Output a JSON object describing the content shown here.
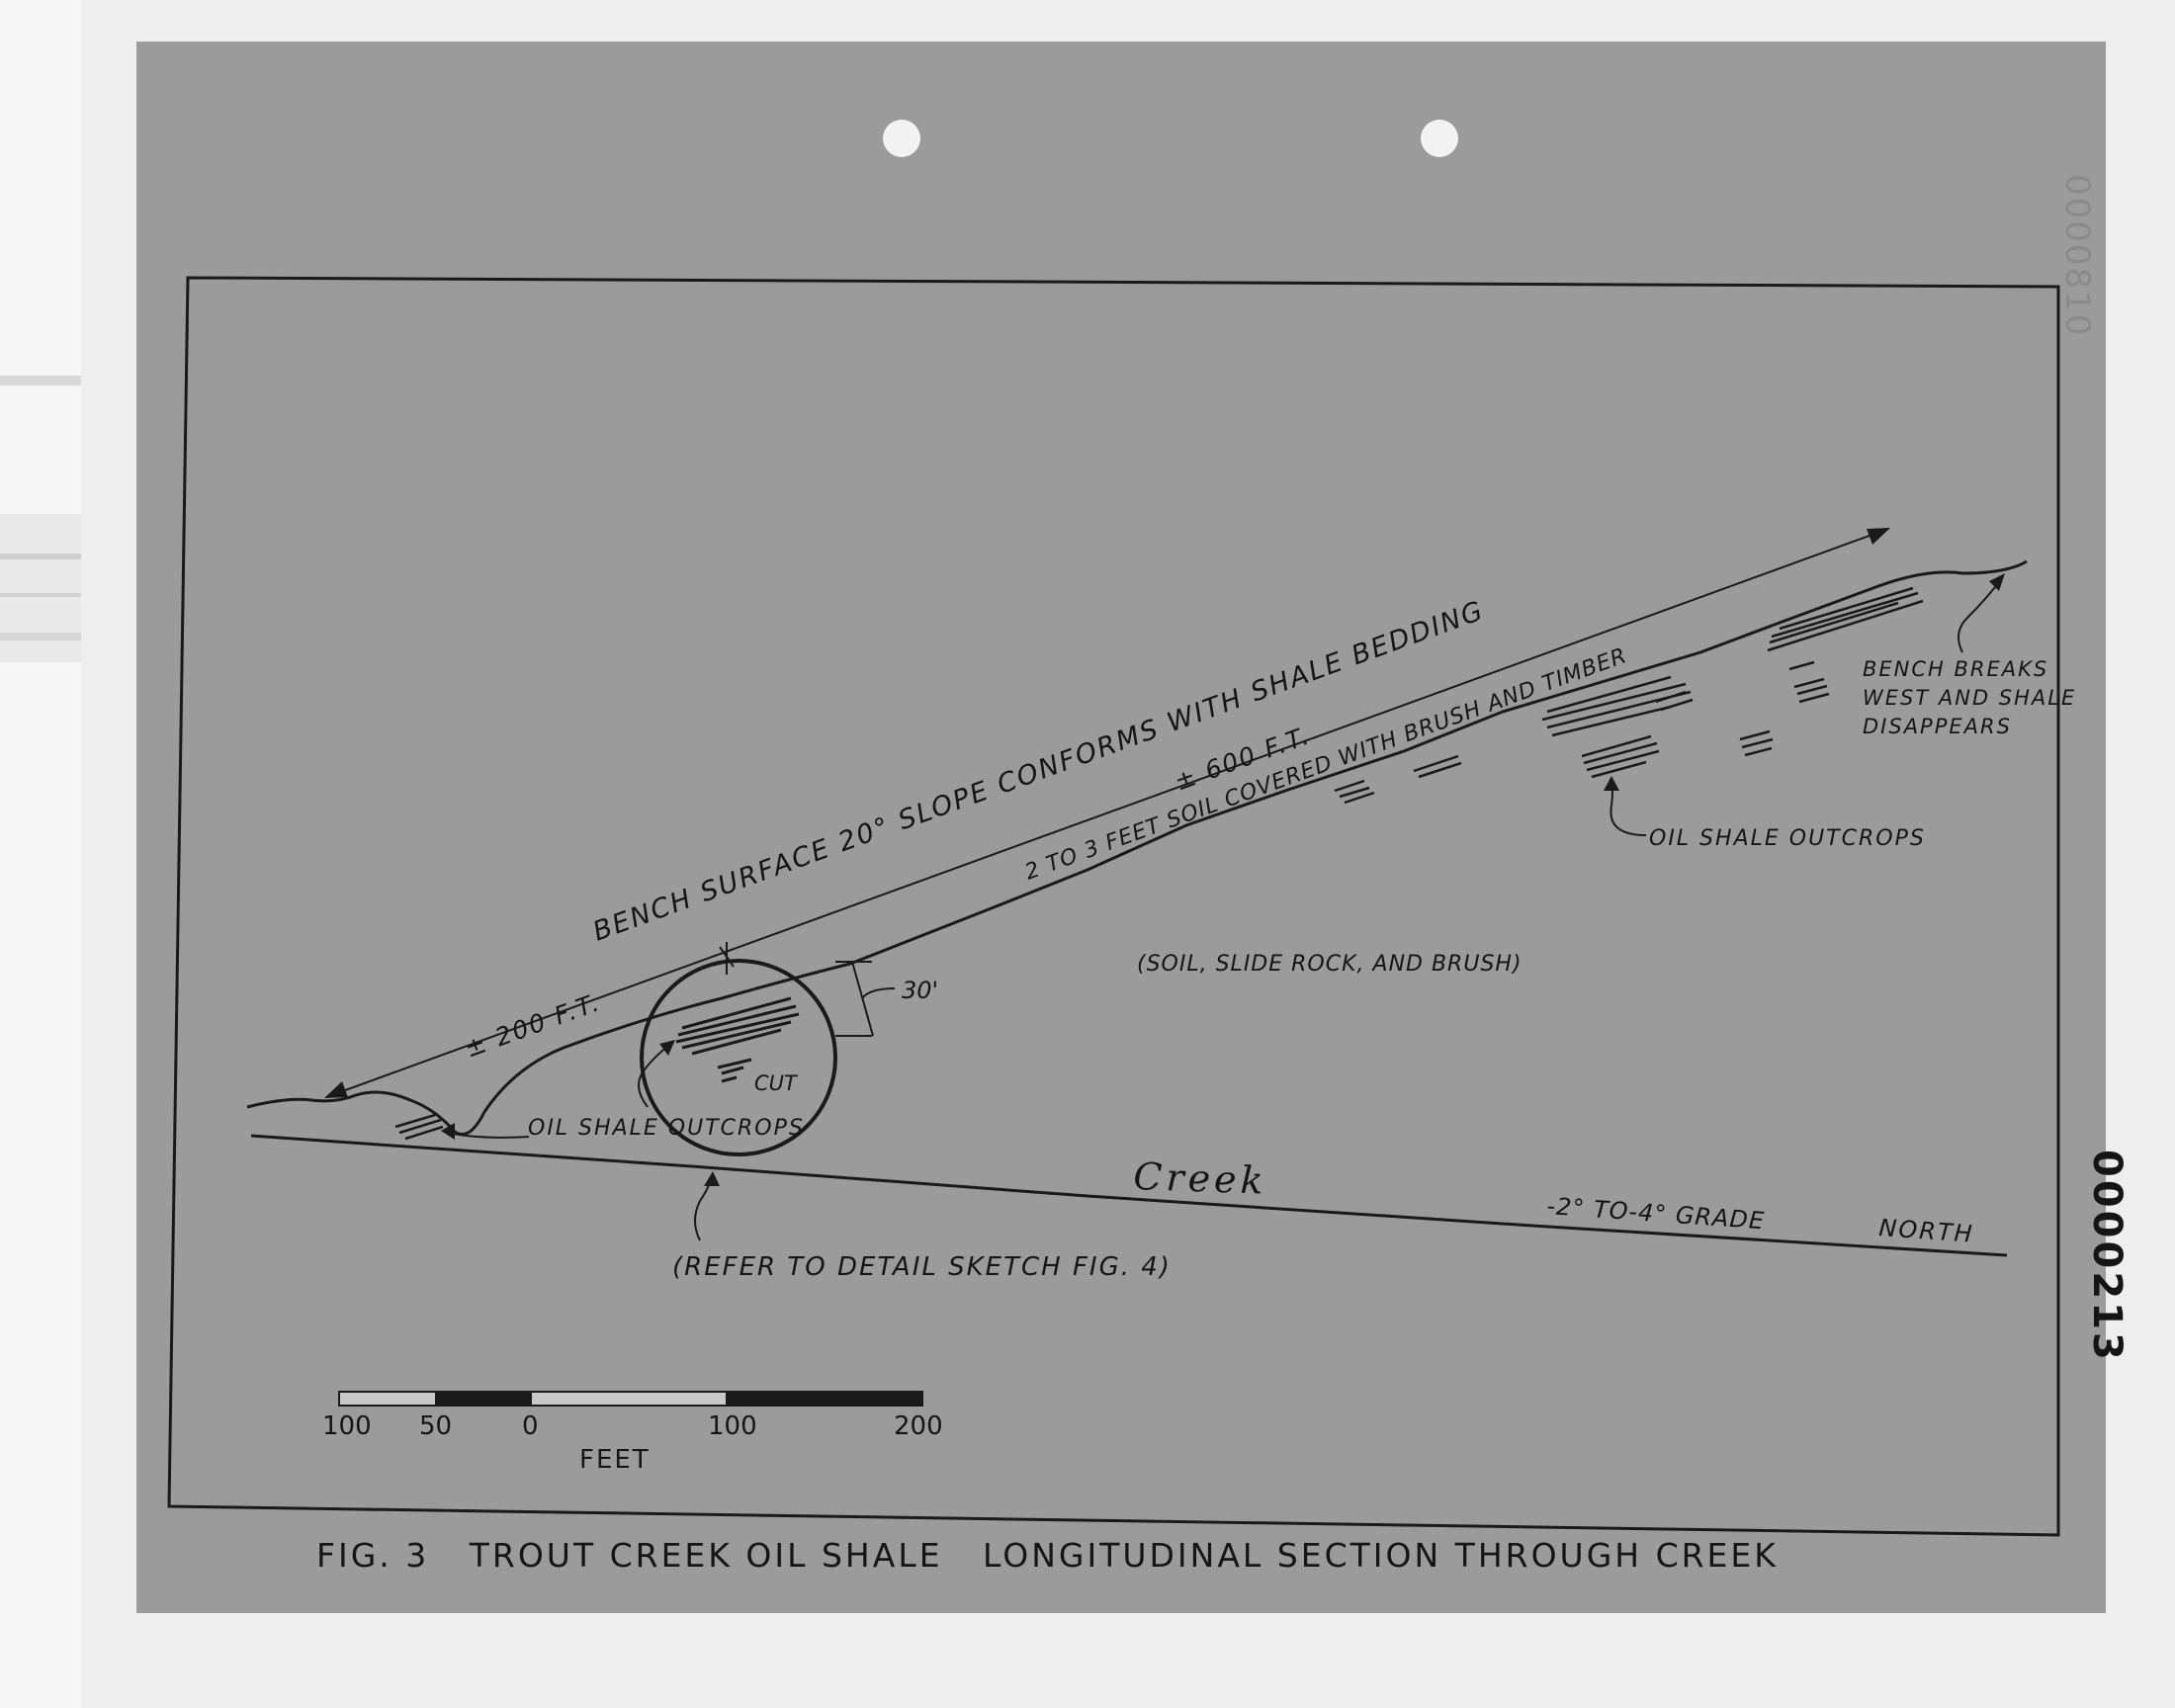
{
  "figure": {
    "caption": "FIG. 3   TROUT CREEK OIL SHALE   LONGITUDINAL SECTION THROUGH CREEK",
    "labels": {
      "bench_surface": "BENCH SURFACE   20° SLOPE    CONFORMS WITH   SHALE BEDDING",
      "dist_600": "± 600 F.T.",
      "soil_covered": "2 TO 3 FEET SOIL COVERED WITH BRUSH AND TIMBER",
      "dist_200": "± 200 F.T.",
      "thirty_ft": "30'",
      "cut": "CUT",
      "oil_shale_outcrops_left": "OIL  SHALE  OUTCROPS",
      "oil_shale_outcrops_right": "OIL SHALE OUTCROPS",
      "soil_slide": "(SOIL, SLIDE ROCK, AND BRUSH)",
      "bench_breaks_1": "BENCH BREAKS",
      "bench_breaks_2": "WEST AND SHALE",
      "bench_breaks_3": "DISAPPEARS",
      "creek": "Creek",
      "grade_1": "-2° TO-4° GRADE",
      "grade_2": "NORTH",
      "refer": "(REFER TO DETAIL  SKETCH FIG. 4)"
    },
    "scale_bar": {
      "ticks": [
        "100",
        "50",
        "0",
        "100",
        "200"
      ],
      "unit": "FEET"
    }
  },
  "margin_stamps": {
    "right_upper": "0000810",
    "right_lower": "0000213"
  }
}
